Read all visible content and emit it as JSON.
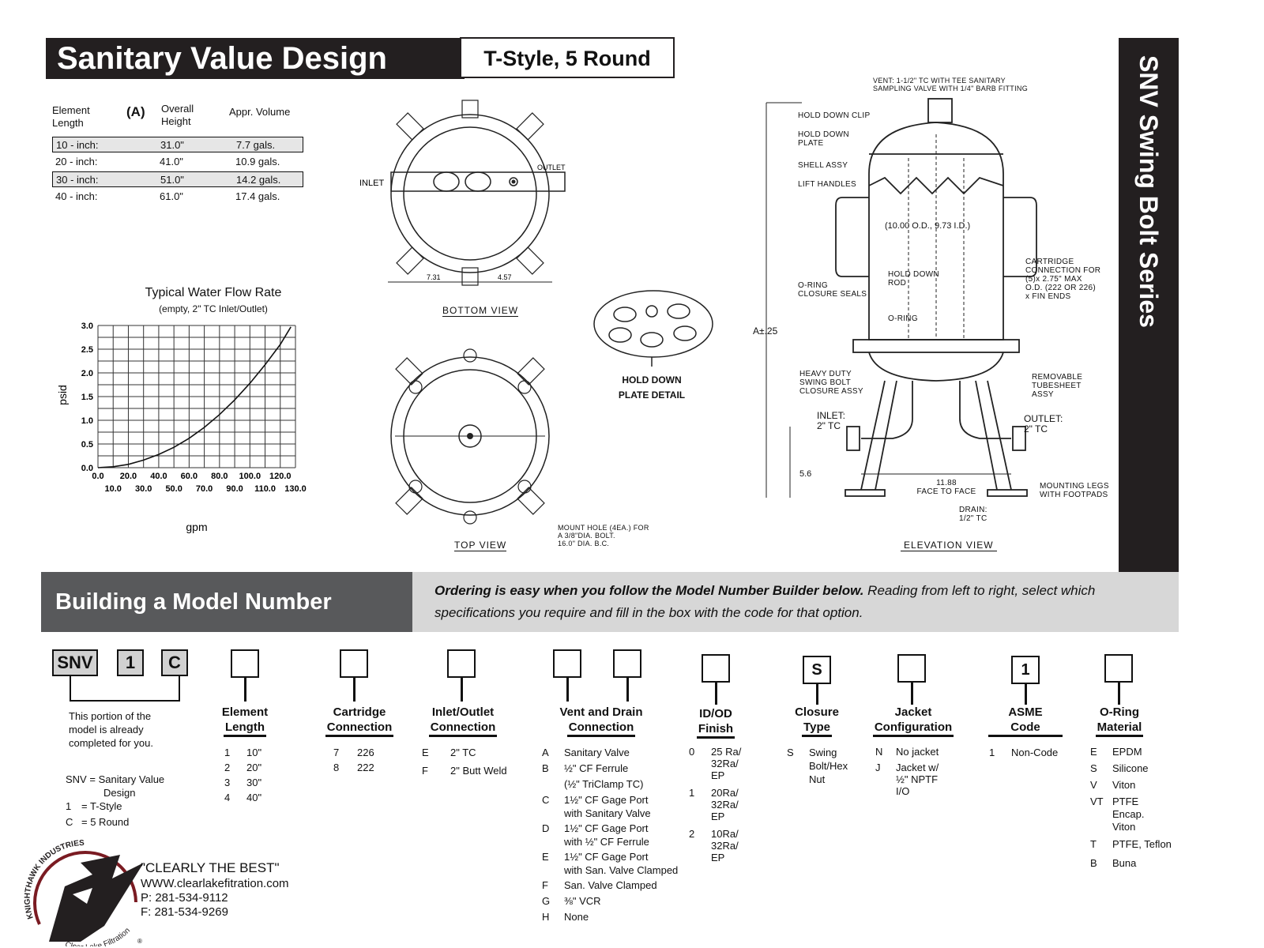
{
  "header": {
    "title": "Sanitary Value Design",
    "subtitle": "T-Style, 5 Round"
  },
  "side_banner": "SNV Swing Bolt Series",
  "spec_table": {
    "headers": {
      "element_length": "Element Length",
      "a": "(A)",
      "overall_height": "Overall Height",
      "volume": "Appr. Volume"
    },
    "rows": [
      {
        "length": "10 - inch:",
        "height": "31.0\"",
        "volume": "7.7 gals."
      },
      {
        "length": "20 - inch:",
        "height": "41.0\"",
        "volume": "10.9 gals."
      },
      {
        "length": "30 - inch:",
        "height": "51.0\"",
        "volume": "14.2 gals."
      },
      {
        "length": "40 - inch:",
        "height": "61.0\"",
        "volume": "17.4 gals."
      }
    ]
  },
  "chart_data": {
    "type": "line",
    "title": "Typical Water Flow Rate",
    "subtitle": "(empty, 2\" TC Inlet/Outlet)",
    "xlabel": "gpm",
    "ylabel": "psid",
    "x_ticks": [
      "0.0",
      "10.0",
      "20.0",
      "30.0",
      "40.0",
      "50.0",
      "60.0",
      "70.0",
      "80.0",
      "90.0",
      "100.0",
      "110.0",
      "120.0",
      "130.0"
    ],
    "y_ticks": [
      "0.0",
      "0.5",
      "1.0",
      "1.5",
      "2.0",
      "2.5",
      "3.0"
    ],
    "xlim": [
      0,
      130
    ],
    "ylim": [
      0,
      3
    ],
    "grid": true,
    "series": [
      {
        "x": [
          0,
          10,
          20,
          30,
          40,
          50,
          60,
          70,
          80,
          90,
          100,
          110,
          120,
          127
        ],
        "y": [
          0,
          0.02,
          0.07,
          0.16,
          0.28,
          0.43,
          0.62,
          0.85,
          1.12,
          1.43,
          1.78,
          2.17,
          2.6,
          2.97
        ]
      }
    ]
  },
  "drawings": {
    "bottom_view": {
      "label": "BOTTOM VIEW",
      "inlet": "INLET",
      "outlet": "OUTLET",
      "dim_left": "7.31",
      "dim_right": "4.57"
    },
    "top_view": {
      "label": "TOP VIEW",
      "mount_note": [
        "MOUNT HOLE (4EA.) FOR",
        "A 3/8\"DIA. BOLT.",
        "16.0\" DIA. B.C."
      ]
    },
    "plate": {
      "label_1": "HOLD DOWN",
      "label_2": "PLATE DETAIL"
    },
    "elevation": {
      "label": "ELEVATION VIEW",
      "vent": [
        "VENT: 1-1/2\" TC WITH TEE SANITARY",
        "SAMPLING VALVE WITH 1/4\" BARB FITTING"
      ],
      "hold_down_clip": "HOLD DOWN CLIP",
      "hold_down_plate": [
        "HOLD DOWN",
        "PLATE"
      ],
      "shell_assy": "SHELL ASSY",
      "lift_handles": "LIFT HANDLES",
      "diameter": "(10.00 O.D., 9.73 I.D.)",
      "hold_down_rod": [
        "HOLD DOWN",
        "ROD"
      ],
      "cartridge": [
        "CARTRIDGE",
        "CONNECTION FOR",
        "(5)x 2.75\" MAX",
        "O.D. (222 OR 226)",
        "x FIN ENDS"
      ],
      "oring_seals": [
        "O-RING",
        "CLOSURE SEALS"
      ],
      "oring": "O-RING",
      "height": "A±.25",
      "swing_bolt": [
        "HEAVY DUTY",
        "SWING BOLT",
        "CLOSURE ASSY"
      ],
      "tubesheet": [
        "REMOVABLE",
        "TUBESHEET",
        "ASSY"
      ],
      "inlet": [
        "INLET:",
        "2\" TC"
      ],
      "outlet": [
        "OUTLET:",
        "2\" TC"
      ],
      "dim_56": "5.6",
      "face_dim": [
        "11.88",
        "FACE TO FACE"
      ],
      "drain": [
        "DRAIN:",
        "1/2\" TC"
      ],
      "legs": [
        "MOUNTING LEGS",
        "WITH FOOTPADS"
      ]
    }
  },
  "builder": {
    "title": "Building a Model Number",
    "desc_bold": "Ordering is easy when you follow the Model Number Builder below.",
    "desc_rest": " Reading from left to right, select which specifications you require and fill in the box with the code for that option.",
    "prefilled": [
      "SNV",
      "1",
      "C"
    ],
    "prefilled_note": [
      "This portion of the",
      "model is already",
      "completed for you."
    ],
    "legend": [
      {
        "code": "SNV",
        "eq": "=",
        "text": "Sanitary Value",
        "text2": "Design"
      },
      {
        "code": "1",
        "eq": "=",
        "text": "T-Style",
        "text2": ""
      },
      {
        "code": "C",
        "eq": "=",
        "text": "5 Round",
        "text2": ""
      }
    ],
    "element_length": {
      "head1": "Element",
      "head2": "Length",
      "options": [
        [
          "1",
          "10\""
        ],
        [
          "2",
          "20\""
        ],
        [
          "3",
          "30\""
        ],
        [
          "4",
          "40\""
        ]
      ]
    },
    "cartridge": {
      "head1": "Cartridge",
      "head2": "Connection",
      "options": [
        [
          "7",
          "226"
        ],
        [
          "8",
          "222"
        ]
      ]
    },
    "inlet_outlet": {
      "head1": "Inlet/Outlet",
      "head2": "Connection",
      "options": [
        [
          "E",
          "2\" TC"
        ],
        [
          "F",
          "2\" Butt Weld"
        ]
      ]
    },
    "vent_drain": {
      "head1": "Vent and Drain",
      "head2": "Connection",
      "options": [
        [
          "A",
          "Sanitary Valve",
          ""
        ],
        [
          "B",
          "½\" CF Ferrule",
          "(½\" TriClamp TC)"
        ],
        [
          "C",
          "1½\" CF Gage Port",
          "with Sanitary Valve"
        ],
        [
          "D",
          "1½\" CF Gage Port",
          "with ½\" CF Ferrule"
        ],
        [
          "E",
          "1½\" CF Gage Port",
          "with San. Valve Clamped"
        ],
        [
          "F",
          "San. Valve Clamped",
          ""
        ],
        [
          "G",
          "⅜\" VCR",
          ""
        ],
        [
          "H",
          "None",
          ""
        ]
      ]
    },
    "finish": {
      "head1": "ID/OD",
      "head2": "Finish",
      "options": [
        [
          "0",
          "25 Ra/",
          "32Ra/",
          "EP"
        ],
        [
          "1",
          "20Ra/",
          "32Ra/",
          "EP"
        ],
        [
          "2",
          "10Ra/",
          "32Ra/",
          "EP"
        ]
      ]
    },
    "closure": {
      "head1": "Closure",
      "head2": "Type",
      "value": "S",
      "options": [
        [
          "S",
          "Swing",
          "Bolt/Hex",
          "Nut"
        ]
      ]
    },
    "jacket": {
      "head1": "Jacket",
      "head2": "Configuration",
      "options": [
        [
          "N",
          "No jacket",
          "",
          ""
        ],
        [
          "J",
          "Jacket w/",
          "½\" NPTF",
          "I/O"
        ]
      ]
    },
    "asme": {
      "head1": "ASME",
      "head2": "Code",
      "value": "1",
      "options": [
        [
          "1",
          "Non-Code"
        ]
      ]
    },
    "oring": {
      "head1": "O-Ring",
      "head2": "Material",
      "options": [
        [
          "E",
          "EPDM",
          "",
          ""
        ],
        [
          "S",
          "Silicone",
          "",
          ""
        ],
        [
          "V",
          "Viton",
          "",
          ""
        ],
        [
          "VT",
          "PTFE",
          "Encap.",
          "Viton"
        ],
        [
          "T",
          "PTFE, Teflon",
          "",
          ""
        ],
        [
          "B",
          "Buna",
          "",
          ""
        ]
      ]
    }
  },
  "footer": {
    "brand_top": "KNIGHTHAWK INDUSTRIES",
    "brand_bottom": "Clear Lake Filtration",
    "tagline": "\"CLEARLY THE BEST\"",
    "web": "WWW.clearlakefitration.com",
    "phone": "P: 281-534-9112",
    "fax": "F: 281-534-9269",
    "reg": "®"
  }
}
